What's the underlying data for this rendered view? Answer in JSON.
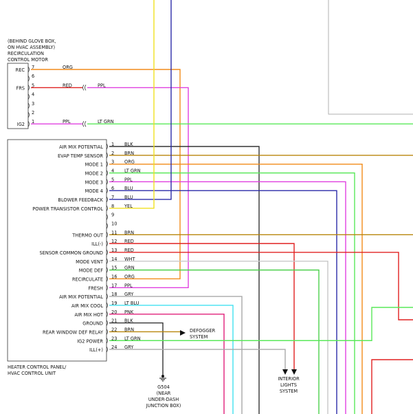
{
  "recirc_motor": {
    "note_lines": [
      "(BEHIND GLOVE BOX,",
      "ON HVAC ASSEMBLY)",
      "RECIRCULATION",
      "CONTROL MOTOR"
    ],
    "pins": [
      {
        "num": "7",
        "label": "REC",
        "wire": "ORG"
      },
      {
        "num": "6",
        "label": "",
        "wire": ""
      },
      {
        "num": "5",
        "label": "FRS",
        "wire": "RED",
        "wire2": "PPL"
      },
      {
        "num": "4",
        "label": "",
        "wire": ""
      },
      {
        "num": "3",
        "label": "",
        "wire": ""
      },
      {
        "num": "2",
        "label": "",
        "wire": ""
      },
      {
        "num": "1",
        "label": "IG2",
        "wire": "PPL",
        "wire2": "LT GRN"
      }
    ]
  },
  "control_unit": {
    "title_lines": [
      "HEATER CONTROL PANEL/",
      "HVAC CONTROL UNIT"
    ],
    "pins": [
      {
        "num": "1",
        "label": "AIR MIX POTENTIAL",
        "wire": "BLK"
      },
      {
        "num": "2",
        "label": "EVAP TEMP SENSOR",
        "wire": "BRN"
      },
      {
        "num": "3",
        "label": "MODE 1",
        "wire": "ORG"
      },
      {
        "num": "4",
        "label": "MODE 2",
        "wire": "LT GRN"
      },
      {
        "num": "5",
        "label": "MODE 3",
        "wire": "PPL"
      },
      {
        "num": "6",
        "label": "MODE 4",
        "wire": "BLU"
      },
      {
        "num": "7",
        "label": "BLOWER FEEDBACK",
        "wire": "BLU"
      },
      {
        "num": "8",
        "label": "POWER TRANSISTOR CONTROL",
        "wire": "YEL"
      },
      {
        "num": "9",
        "label": "",
        "wire": ""
      },
      {
        "num": "10",
        "label": "",
        "wire": ""
      },
      {
        "num": "11",
        "label": "THERMO OUT",
        "wire": "BRN"
      },
      {
        "num": "12",
        "label": "ILL(-)",
        "wire": "RED"
      },
      {
        "num": "13",
        "label": "SENSOR COMMON GROUND",
        "wire": "RED"
      },
      {
        "num": "14",
        "label": "MODE VENT",
        "wire": "WHT"
      },
      {
        "num": "15",
        "label": "MODE DEF",
        "wire": "GRN"
      },
      {
        "num": "16",
        "label": "RECIRCULATE",
        "wire": "ORG"
      },
      {
        "num": "17",
        "label": "FRESH",
        "wire": "PPL"
      },
      {
        "num": "18",
        "label": "AIR MIX POTENTIAL",
        "wire": "GRY"
      },
      {
        "num": "19",
        "label": "AIR MIX COOL",
        "wire": "LT BLU"
      },
      {
        "num": "20",
        "label": "AIR MIX HOT",
        "wire": "PNK"
      },
      {
        "num": "21",
        "label": "GROUND",
        "wire": "BLK"
      },
      {
        "num": "22",
        "label": "REAR WINDOW DEF RELAY",
        "wire": "BRN"
      },
      {
        "num": "23",
        "label": "IG2 POWER",
        "wire": "LT GRN"
      },
      {
        "num": "24",
        "label": "ILL(+)",
        "wire": "GRY"
      }
    ]
  },
  "destinations": {
    "defogger": [
      "DEFOGGER",
      "SYSTEM"
    ],
    "interior_lights": [
      "INTERIOR",
      "LIGHTS",
      "SYSTEM"
    ],
    "ground_point": [
      "G504",
      "(NEAR",
      "UNDER-DASH",
      "JUNCTION BOX)"
    ]
  },
  "wire_colors": {
    "BLK": "#333333",
    "BRN": "#b8860b",
    "ORG": "#f28c1a",
    "LT GRN": "#59e859",
    "GRN": "#4ccf4c",
    "PPL": "#e040e0",
    "BLU": "#2a2aa8",
    "YEL": "#f0e020",
    "RED": "#e02020",
    "WHT": "#c8c8c8",
    "GRY": "#a8a8a8",
    "LT BLU": "#40e0f0",
    "PNK": "#e0207a"
  }
}
